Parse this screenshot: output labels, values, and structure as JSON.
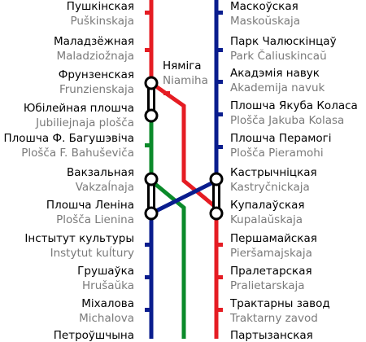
{
  "colors": {
    "line_red": "#e51c23",
    "line_blue": "#0a1d8e",
    "line_green": "#0b8a2a",
    "interchange": "#000000",
    "latin_text": "#7a7a7a"
  },
  "stations": {
    "left": [
      {
        "be": "Пушкінская",
        "lat": "Puškinskaja"
      },
      {
        "be": "Маладзёжная",
        "lat": "Maladziožnaja"
      },
      {
        "be": "Фрунзенская",
        "lat": "Frunzienskaja"
      },
      {
        "be": "Юбілейная плошча",
        "lat": "Jubiliejnaja plošča"
      },
      {
        "be": "Плошча Ф. Багушэвіча",
        "lat": "Plošča F. Bahuševiča"
      },
      {
        "be": "Вакзальная",
        "lat": "Vakzaĺnaja"
      },
      {
        "be": "Плошча Леніна",
        "lat": "Plošča Lienina"
      },
      {
        "be": "Інстытут культуры",
        "lat": "Instytut kuĺtury"
      },
      {
        "be": "Грушаўка",
        "lat": "Hrušaŭka"
      },
      {
        "be": "Міхалова",
        "lat": "Michalova"
      },
      {
        "be": "Петроўшчына",
        "lat": ""
      }
    ],
    "middle": {
      "be": "Няміга",
      "lat": "Niamiha"
    },
    "right": [
      {
        "be": "Маскоўская",
        "lat": "Maskoŭskaja"
      },
      {
        "be": "Парк Чалюскінцаў",
        "lat": "Park Čaliuskincaŭ"
      },
      {
        "be": "Акадэмія навук",
        "lat": "Akademija navuk"
      },
      {
        "be": "Плошча Якуба Коласа",
        "lat": "Plošča Jakuba Kolasa"
      },
      {
        "be": "Плошча Перамогі",
        "lat": "Plošča Pieramohi"
      },
      {
        "be": "Кастрычніцкая",
        "lat": "Kastryčnickaja"
      },
      {
        "be": "Купалаўская",
        "lat": "Kupalaŭskaja"
      },
      {
        "be": "Першамайская",
        "lat": "Pieršamajskaja"
      },
      {
        "be": "Пралетарская",
        "lat": "Pralietarskaja"
      },
      {
        "be": "Трактарны завод",
        "lat": "Traktarny zavod"
      },
      {
        "be": "Партызанская",
        "lat": ""
      }
    ]
  }
}
